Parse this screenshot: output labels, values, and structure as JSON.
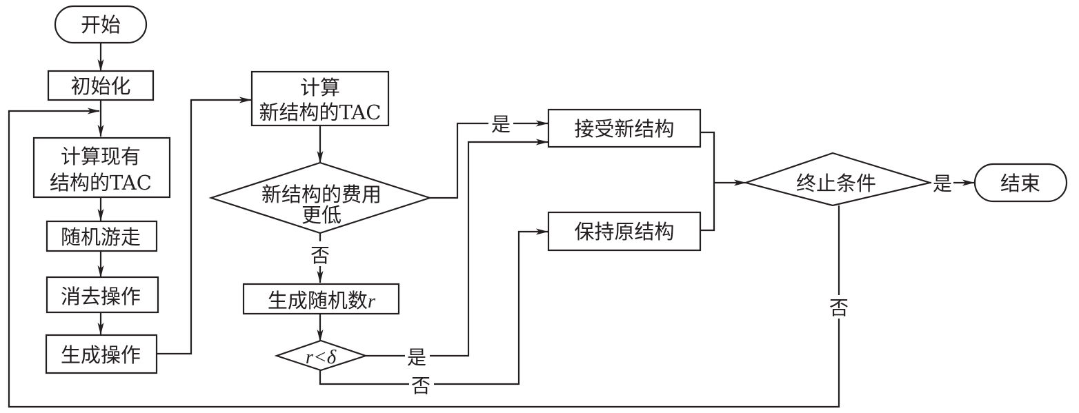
{
  "diagram": {
    "type": "flowchart",
    "colors": {
      "stroke": "#231f20",
      "background": "#ffffff"
    },
    "nodes": {
      "start": {
        "shape": "terminal",
        "label": "开始"
      },
      "init": {
        "shape": "process",
        "label": "初始化"
      },
      "calc_current": {
        "shape": "process",
        "lines": [
          "计算现有",
          "结构的TAC"
        ]
      },
      "random_walk": {
        "shape": "process",
        "label": "随机游走"
      },
      "eliminate": {
        "shape": "process",
        "label": "消去操作"
      },
      "generate": {
        "shape": "process",
        "label": "生成操作"
      },
      "calc_new": {
        "shape": "process",
        "lines": [
          "计算",
          "新结构的TAC"
        ]
      },
      "cost_lower": {
        "shape": "decision",
        "lines": [
          "新结构的费用",
          "更低"
        ]
      },
      "gen_random": {
        "shape": "process",
        "label": "生成随机数",
        "var": "r"
      },
      "r_less_delta": {
        "shape": "decision",
        "var_r": "r",
        "op": "<",
        "var_delta": "δ"
      },
      "accept_new": {
        "shape": "process",
        "label": "接受新结构"
      },
      "keep_old": {
        "shape": "process",
        "label": "保持原结构"
      },
      "terminate": {
        "shape": "decision",
        "label": "终止条件"
      },
      "end": {
        "shape": "terminal",
        "label": "结束"
      }
    },
    "edge_labels": {
      "cost_lower_yes": "是",
      "cost_lower_no": "否",
      "r_yes": "是",
      "r_no": "否",
      "terminate_yes": "是",
      "terminate_no": "否"
    },
    "edges": [
      {
        "from": "start",
        "to": "init"
      },
      {
        "from": "init",
        "to": "calc_current"
      },
      {
        "from": "calc_current",
        "to": "random_walk"
      },
      {
        "from": "random_walk",
        "to": "eliminate"
      },
      {
        "from": "eliminate",
        "to": "generate"
      },
      {
        "from": "generate",
        "to": "calc_new"
      },
      {
        "from": "calc_new",
        "to": "cost_lower"
      },
      {
        "from": "cost_lower",
        "to": "accept_new",
        "label": "是"
      },
      {
        "from": "cost_lower",
        "to": "gen_random",
        "label": "否"
      },
      {
        "from": "gen_random",
        "to": "r_less_delta"
      },
      {
        "from": "r_less_delta",
        "to": "accept_new",
        "label": "是"
      },
      {
        "from": "r_less_delta",
        "to": "keep_old",
        "label": "否"
      },
      {
        "from": "accept_new",
        "to": "terminate"
      },
      {
        "from": "keep_old",
        "to": "terminate"
      },
      {
        "from": "terminate",
        "to": "end",
        "label": "是"
      },
      {
        "from": "terminate",
        "to": "calc_current",
        "label": "否"
      }
    ]
  }
}
